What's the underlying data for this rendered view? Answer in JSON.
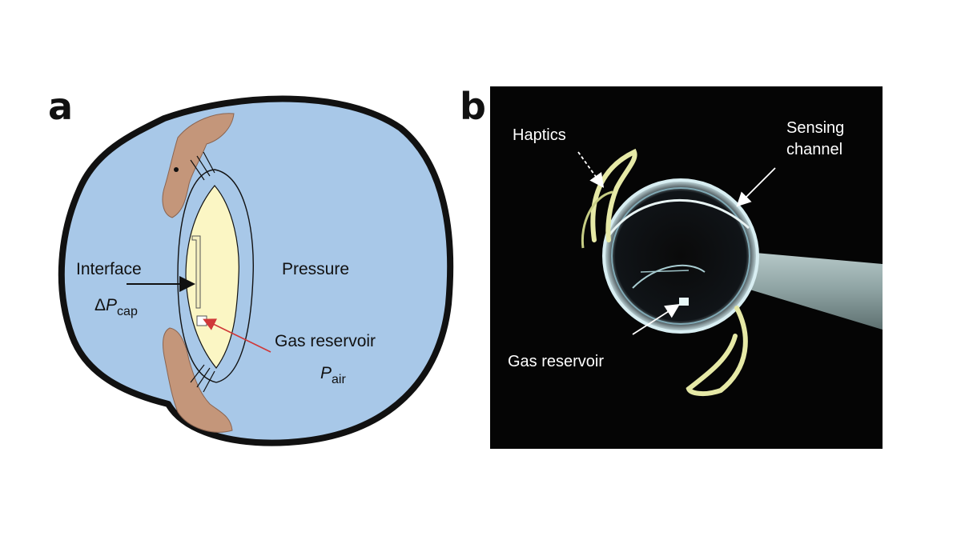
{
  "panel_a": {
    "letter": "a",
    "labels": {
      "interface": "Interface",
      "delta": "Δ",
      "p_cap_main": "P",
      "p_cap_sub": "cap",
      "pressure": "Pressure",
      "gas_reservoir": "Gas reservoir",
      "p_air_main": "P",
      "p_air_sub": "air"
    }
  },
  "panel_b": {
    "letter": "b",
    "labels": {
      "haptics": "Haptics",
      "sensing_line1": "Sensing",
      "sensing_line2": "channel",
      "gas_reservoir": "Gas reservoir"
    }
  },
  "colors": {
    "eye_fill": "#a8c8e8",
    "outline": "#111111",
    "tissue": "#c4967a",
    "lens": "#fbf6c4",
    "arrow_red": "#d03838",
    "photo_bg": "#050505"
  }
}
